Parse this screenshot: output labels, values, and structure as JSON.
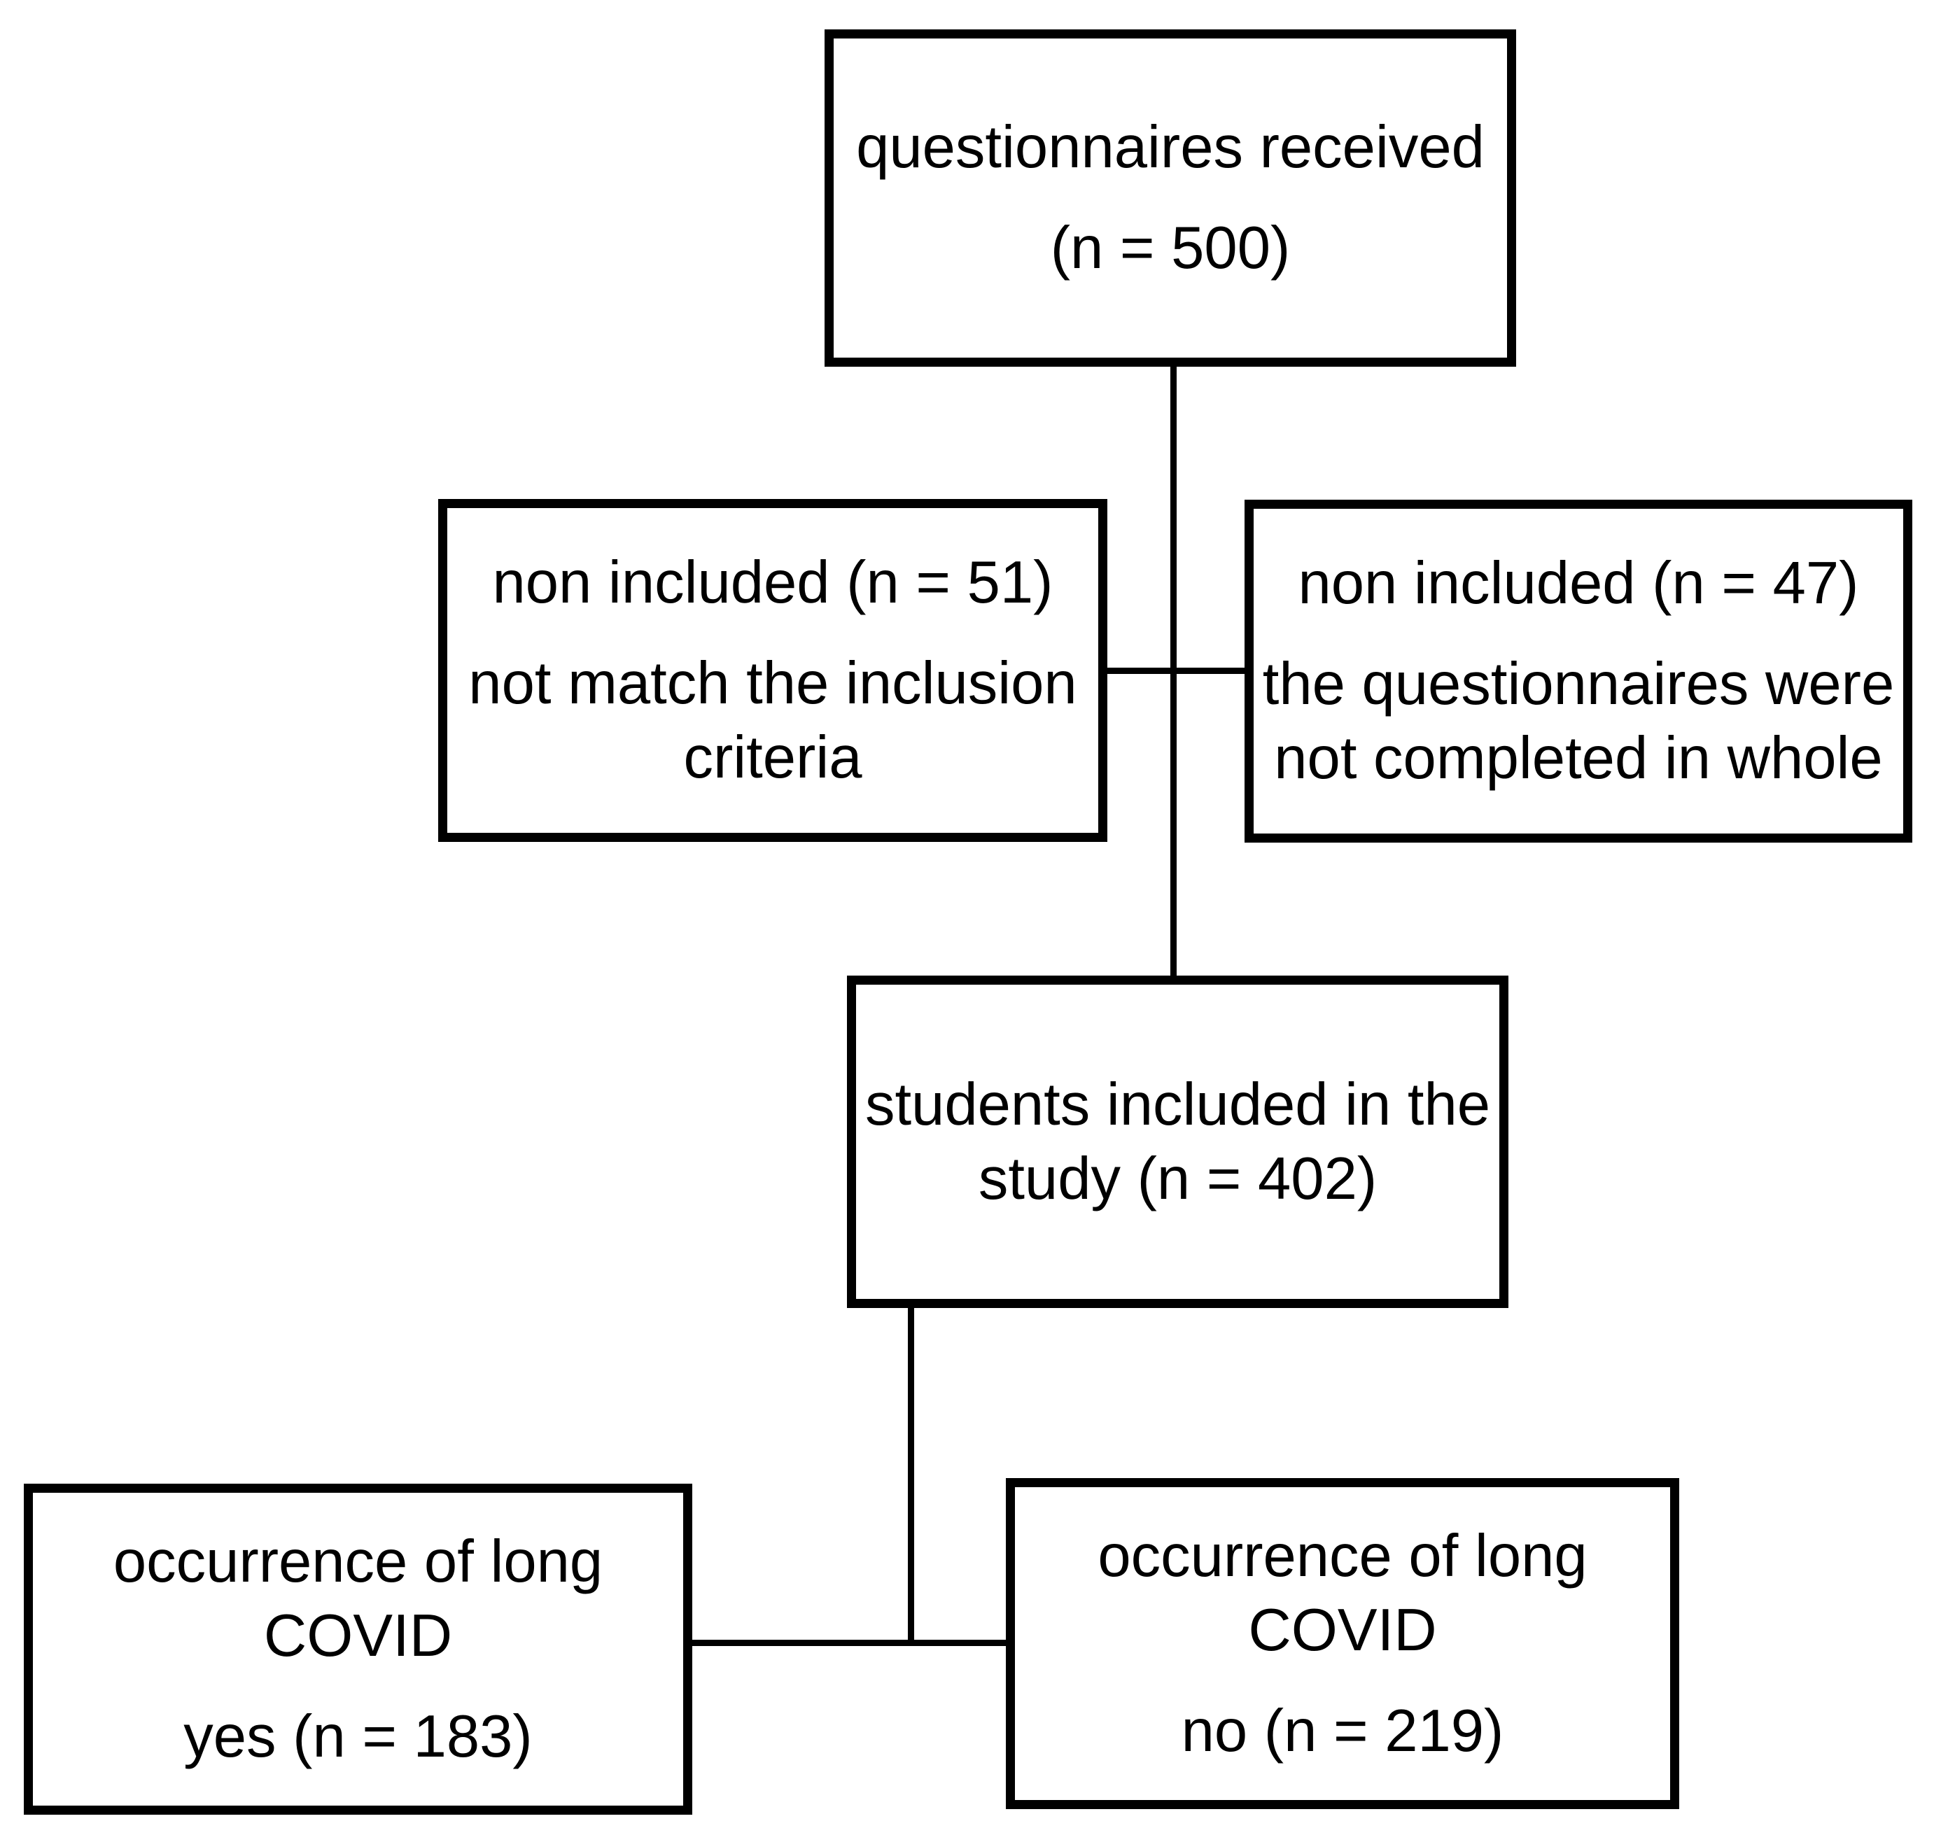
{
  "page": {
    "background_color": "#ffffff",
    "line_color": "#000000",
    "text_color": "#000000"
  },
  "flowchart": {
    "boxes": {
      "questionnaires_received": {
        "lines": [
          "questionnaires received",
          "(n = 500)"
        ]
      },
      "non_included_criteria": {
        "lines": [
          "non included (n = 51)",
          "not match the inclusion",
          "criteria"
        ]
      },
      "non_included_incomplete": {
        "lines": [
          "non included (n = 47)",
          "the questionnaires were",
          "not completed in whole"
        ]
      },
      "students_included": {
        "lines": [
          "students included in the",
          "study (n = 402)"
        ]
      },
      "long_covid_yes": {
        "lines": [
          "occurrence of long",
          "COVID",
          "yes (n = 183)"
        ]
      },
      "long_covid_no": {
        "lines": [
          "occurrence of long",
          "COVID",
          "no (n = 219)"
        ]
      }
    }
  }
}
